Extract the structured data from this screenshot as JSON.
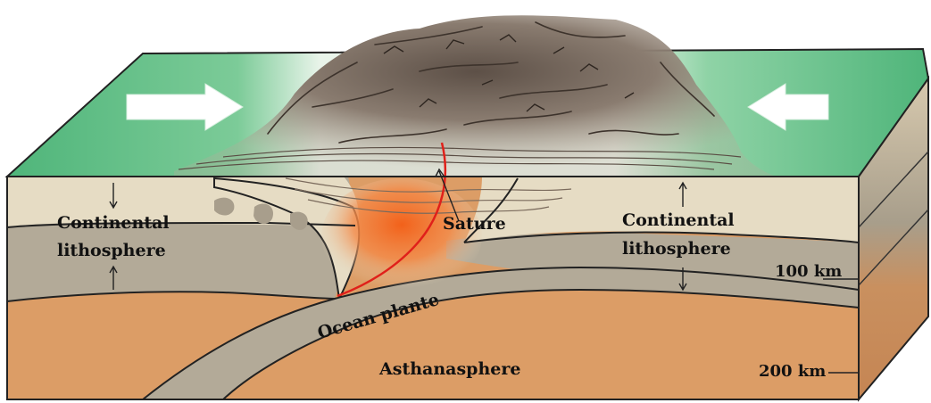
{
  "labels": {
    "continental_left_line1": "Continental",
    "continental_left_line2": "lithosphere",
    "continental_right_line1": "Continental",
    "continental_right_line2": "lithosphere",
    "suture": "Sature",
    "ocean_plate": "Ocean plante",
    "asthenosphere": "Asthanasphere",
    "depth_100": "100 km",
    "depth_200": "200 km"
  },
  "colors": {
    "ocean_green": "#5cbf84",
    "crust_light": "#e6dcc4",
    "lithosphere_gray": "#b3aa98",
    "asthenosphere_orange": "#dc9d66",
    "side_face": "#c98c5e",
    "mountain": "#8a7c70",
    "suture_line": "#e0201a",
    "magma": "#f26a1b"
  },
  "icons": {
    "left_arrow": "arrow-right-icon",
    "right_arrow": "arrow-left-icon"
  }
}
